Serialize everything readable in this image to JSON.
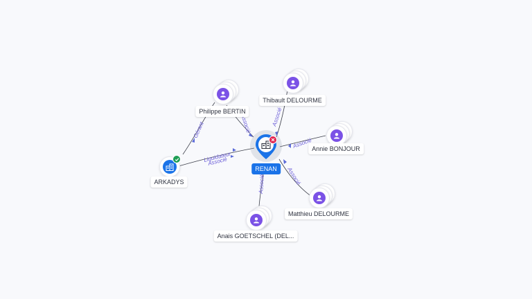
{
  "graph": {
    "center": {
      "label": "RENAN",
      "icon": "building-icon",
      "badge": "close-icon"
    },
    "nodes": {
      "philippe": {
        "label": "Philippe BERTIN",
        "icon": "person-icon"
      },
      "thibault": {
        "label": "Thibault DELOURME",
        "icon": "person-icon"
      },
      "annie": {
        "label": "Annie BONJOUR",
        "icon": "person-icon"
      },
      "matthieu": {
        "label": "Matthieu DELOURME",
        "icon": "person-icon"
      },
      "anais": {
        "label": "Anais GOETSCHEL (DEL...",
        "icon": "person-icon"
      },
      "arkadys": {
        "label": "ARKADYS",
        "icon": "building-icon",
        "badge": "check-icon"
      }
    },
    "edges": {
      "philippe_renan": "Associé",
      "thibault_renan": "Associé",
      "annie_renan": "Associé",
      "matthieu_renan": "Associé",
      "anais_renan": "Associé",
      "arkadys_philippe": "Gérant",
      "arkadys_renan_1": "Liquidateur",
      "arkadys_renan_2": "Associé"
    }
  },
  "colors": {
    "person": "#7b52e6",
    "company": "#1a73e8",
    "edge_label": "#6a5cd8",
    "check_badge": "#1e9e55",
    "close_badge": "#e0234e"
  }
}
